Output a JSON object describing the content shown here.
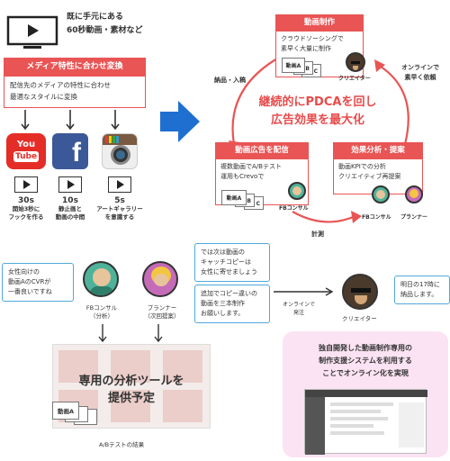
{
  "top_left": {
    "intro_text": "既に手元にある\n60秒動画・素材など",
    "header": "メディア特性に合わせ変換",
    "body": "配信先のメディアの特性に合わせ\n最適なスタイルに変換"
  },
  "platforms": [
    {
      "name": "YouTube",
      "logo_text": "You\nTube",
      "duration": "30s",
      "caption": "開始3秒に\nフックを作る",
      "color": "#e52d27"
    },
    {
      "name": "Facebook",
      "logo_text": "f",
      "duration": "10s",
      "caption": "静止画と\n動画の中間",
      "color": "#3b5998"
    },
    {
      "name": "Instagram",
      "logo_text": "",
      "duration": "5s",
      "caption": "アートギャラリー\nを意識する",
      "color": "#3f729b"
    }
  ],
  "cycle": {
    "center_text": "継続的にPDCAを回し\n広告効果を最大化",
    "production": {
      "header": "動画制作",
      "body": "クラウドソーシングで\n素早く大量に制作"
    },
    "delivery": {
      "header": "動画広告を配信",
      "body": "複数動画でA/Bテスト\n運用もCrevoで"
    },
    "analysis": {
      "header": "効果分析・提案",
      "body": "動画KPIでの分析\nクリエイティブ再提案"
    },
    "labels": {
      "delivery_arrow": "納品・入稿",
      "request_arrow": "オンラインで\n素早く依頼",
      "measure_arrow": "計測"
    },
    "people": {
      "creator": "クリエイター",
      "fb_consul": "FBコンサル",
      "planner": "プランナー"
    },
    "docs": {
      "a": "動画A",
      "b": "B",
      "c": "C"
    }
  },
  "bottom": {
    "bubble_left": "女性向けの\n動画AのCVRが\n一番良いですね",
    "bubble_planner_1": "では次は動画の\nキャッチコピーは\n女性に寄せましょう",
    "bubble_planner_2": "追加でコピー違いの\n動画を三本制作\nお願いします。",
    "bubble_creator": "明日の17時に\n納品します。",
    "fb_consul_label": "FBコンサル\n（分析）",
    "planner_label": "プランナー\n（次回提案）",
    "creator_label": "クリエイター",
    "order_label": "オンラインで\n発注",
    "tool_text": "専用の分析ツールを\n提供予定",
    "ab_caption": "A/Bテストの結果",
    "doc_a": "動画A",
    "system_text": "独自開発した動画制作専用の\n制作支援システムを利用する\nことでオンライン化を実現"
  },
  "colors": {
    "accent_red": "#e95454",
    "arrow_blue": "#1f6fd1",
    "bubble_border": "#4fa8dc",
    "pink_panel": "#fbe3f3"
  }
}
